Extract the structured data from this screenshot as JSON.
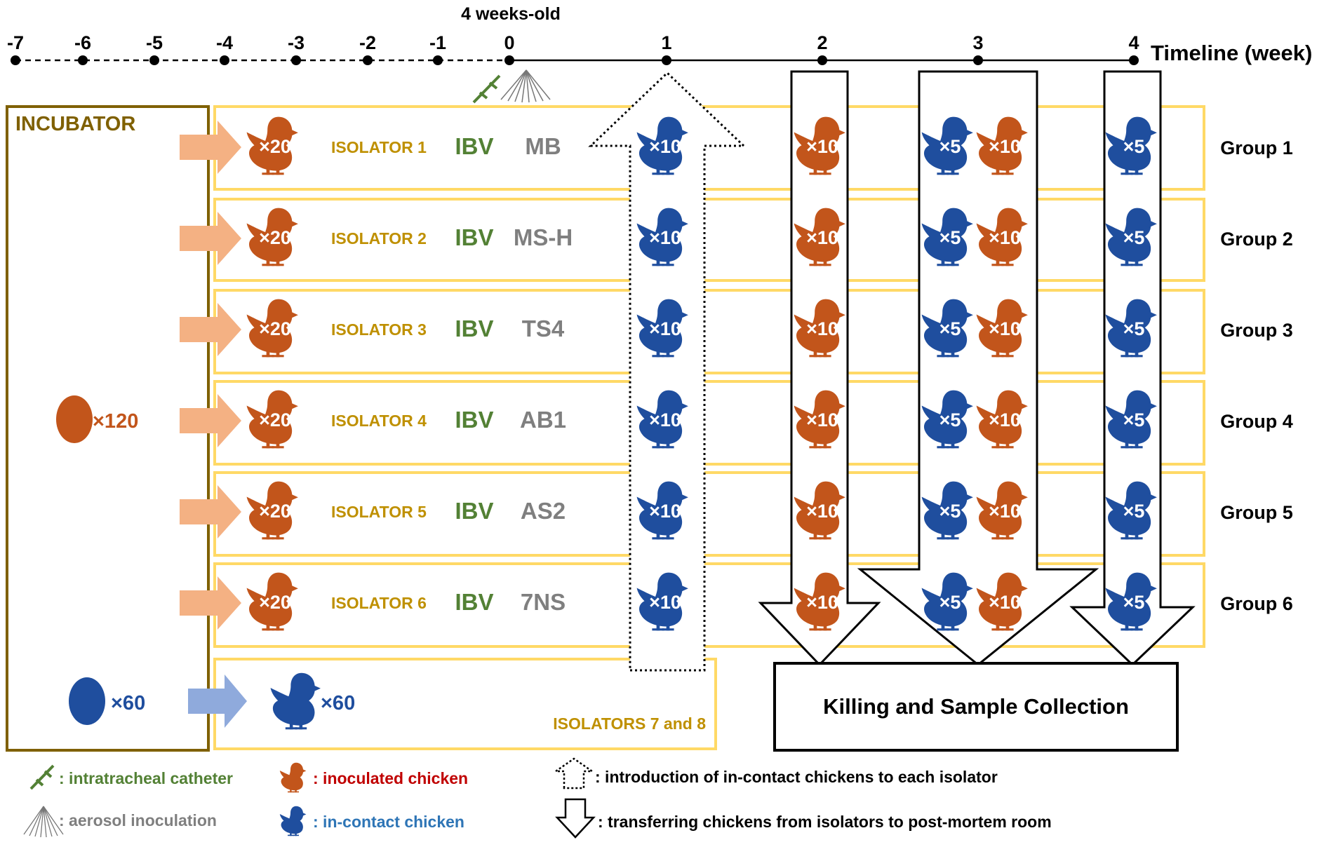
{
  "timeline": {
    "header": "4 weeks-old",
    "label": "Timeline (week)",
    "pre_ticks": [
      "-7",
      "-6",
      "-5",
      "-4",
      "-3",
      "-2",
      "-1"
    ],
    "post_ticks": [
      "0",
      "1",
      "2",
      "3",
      "4"
    ]
  },
  "incubator": {
    "title": "INCUBATOR",
    "eggs_inoculated": "×120",
    "eggs_contact": "×60"
  },
  "rows": [
    {
      "isolator": "ISOLATOR 1",
      "virus": "IBV",
      "strain": "MB",
      "group": "Group 1"
    },
    {
      "isolator": "ISOLATOR 2",
      "virus": "IBV",
      "strain": "MS-H",
      "group": "Group 2"
    },
    {
      "isolator": "ISOLATOR 3",
      "virus": "IBV",
      "strain": "TS4",
      "group": "Group 3"
    },
    {
      "isolator": "ISOLATOR 4",
      "virus": "IBV",
      "strain": "AB1",
      "group": "Group 4"
    },
    {
      "isolator": "ISOLATOR 5",
      "virus": "IBV",
      "strain": "AS2",
      "group": "Group 5"
    },
    {
      "isolator": "ISOLATOR 6",
      "virus": "IBV",
      "strain": "7NS",
      "group": "Group 6"
    }
  ],
  "counts": {
    "inoculated": "×20",
    "contact_intro": "×10",
    "week2": "×10",
    "week3_contact": "×5",
    "week3_inoculated": "×10",
    "week4": "×5"
  },
  "contact_pool": {
    "count": "×60",
    "label": "ISOLATORS 7 and 8"
  },
  "killing_box": "Killing and Sample Collection",
  "legend": {
    "catheter": ": intratracheal catheter",
    "aerosol": ": aerosol inoculation",
    "inoculated": ": inoculated chicken",
    "contact": ": in-contact chicken",
    "intro": ": introduction of in-contact chickens to each isolator",
    "transfer": ": transferring chickens from isolators to post-mortem room"
  },
  "colors": {
    "inoculated": "#C2551B",
    "contact": "#1F4E9E",
    "isolator_border": "#FFD966",
    "isolator_text": "#BF9000",
    "virus_text": "#538135",
    "strain_text": "#7F7F7F",
    "incubator_border": "#7F6000",
    "arrow_orange": "#F4B183",
    "arrow_blue": "#8FAADC",
    "legend_catheter": "#538135",
    "legend_aerosol": "#7F7F7F",
    "legend_inoculated": "#C00000",
    "legend_contact": "#2E75B6"
  },
  "icons": [
    "chick-icon",
    "egg-icon",
    "catheter-icon",
    "aerosol-icon"
  ]
}
